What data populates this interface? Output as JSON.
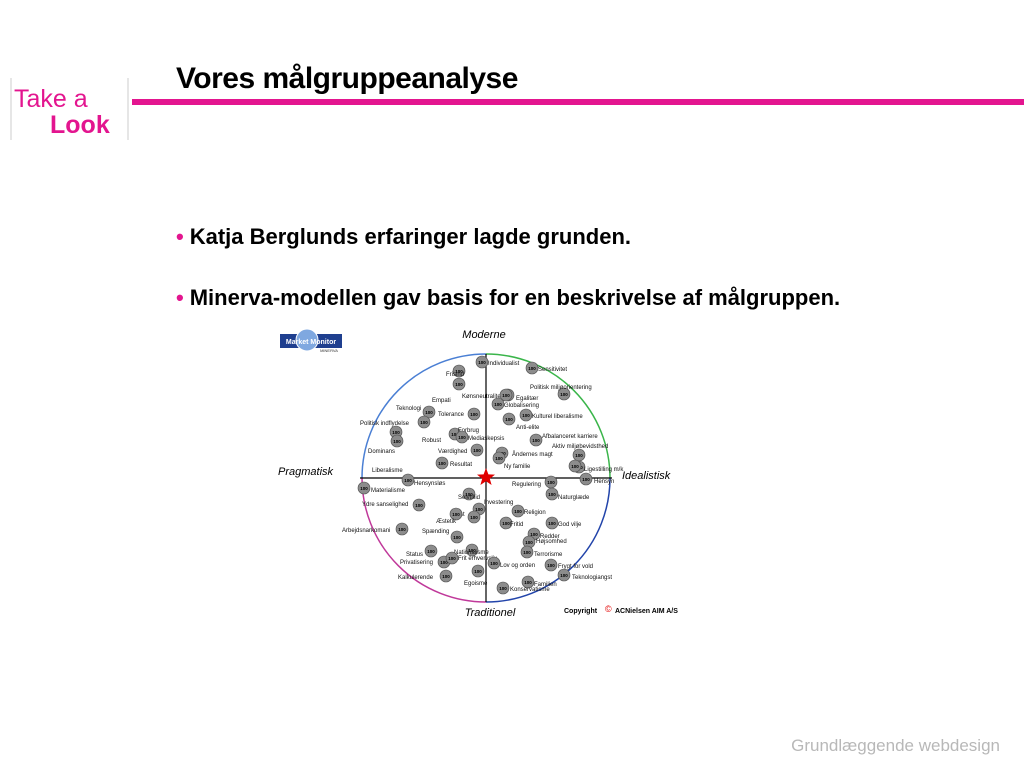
{
  "logo": {
    "line1": "Take a",
    "line2": "Look",
    "brand_color": "#e3158f"
  },
  "title": "Vores målgruppeanalyse",
  "bullets": [
    "Katja Berglunds erfaringer lagde grunden.",
    "Minerva-modellen gav basis for en beskrivelse af målgruppen."
  ],
  "footer": "Grundlæggende webdesign",
  "diagram": {
    "badge_top": "Market Monitor",
    "badge_sub": "MINERVA",
    "axis_top": "Moderne",
    "axis_bottom": "Traditionel",
    "axis_left": "Pragmatisk",
    "axis_right": "Idealistisk",
    "copyright_label": "Copyright",
    "copyright_owner": "ACNielsen AIM A/S",
    "quadrant_colors": {
      "top_left": "#4a7fd4",
      "top_right": "#3ab54a",
      "bottom_right": "#2244aa",
      "bottom_left": "#c0399a"
    },
    "point_value": "100",
    "labels": [
      "Individualist",
      "Sensitivitet",
      "Frisind",
      "Politisk miljøorientering",
      "Kønsneutralitet",
      "Egalitær",
      "Globalisering",
      "Empati",
      "Teknologi",
      "Tolerance",
      "Kulturel liberalisme",
      "Politisk indflydelse",
      "Anti-elite",
      "Forbrug",
      "Robust",
      "Mediaskepsis",
      "Afbalanceret karriere",
      "Aktiv miljøbevidsthed",
      "Dominans",
      "Værdighed",
      "Åndernes magt",
      "Resultat",
      "Ny familie",
      "Liberalisme",
      "Ligestilling m/k",
      "Hensyn",
      "Materialisme",
      "Hensynsløs",
      "Regulering",
      "Selvtillid",
      "Investering",
      "Naturglæde",
      "Ydre sanselighed",
      "Solist",
      "Religion",
      "Æstetik",
      "Fritid",
      "God vilje",
      "Arbejdsnarkomani",
      "Spænding",
      "Redder",
      "Højsomhed",
      "Status",
      "Nationalisme",
      "Terrorisme",
      "Privatisering",
      "Frit erhvervsliv",
      "Lov og orden",
      "Frygt for vold",
      "Kalkulerende",
      "Teknologiangst",
      "Egoisme",
      "Familien",
      "Konservatisme"
    ]
  }
}
